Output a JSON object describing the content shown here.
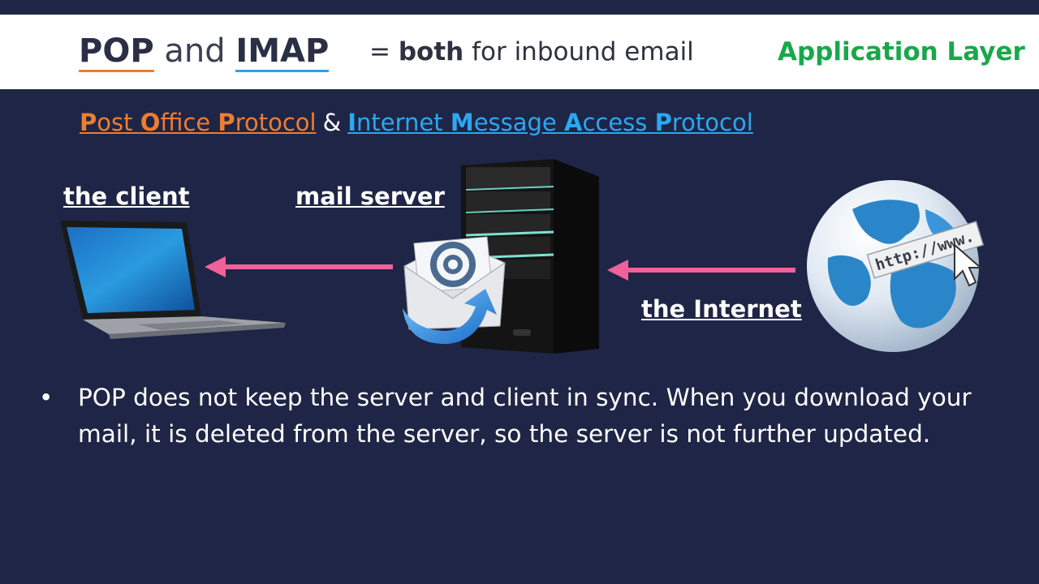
{
  "header": {
    "pop": "POP",
    "and": " and ",
    "imap": "IMAP",
    "subtitle_prefix": "= ",
    "subtitle_strong": "both",
    "subtitle_rest": " for inbound email",
    "layer": "Application Layer"
  },
  "protocols": {
    "pop_initials": [
      "P",
      "O",
      "P"
    ],
    "pop_words": [
      "ost ",
      "ffice ",
      "rotocol"
    ],
    "ampersand": "&",
    "imap_initials": [
      "I",
      "M",
      "A",
      "P"
    ],
    "imap_words": [
      "nternet ",
      "essage ",
      "ccess ",
      "rotocol"
    ]
  },
  "labels": {
    "client": "the client",
    "mail_server": "mail server",
    "internet": "the Internet"
  },
  "graphics": {
    "laptop": "laptop-icon",
    "server": "server-tower-icon",
    "envelope": "email-envelope-icon",
    "globe": "globe-www-icon",
    "www_text": "http://www."
  },
  "bullet": {
    "symbol": "•",
    "text": "POP does not keep the server and client in sync. When you download your mail, it is deleted from the server, so the server is not further updated."
  },
  "colors": {
    "background": "#1f2546",
    "pop_accent": "#ed7d31",
    "imap_accent": "#2aa8f0",
    "layer_green": "#18a84a",
    "arrow_pink": "#f0609a"
  }
}
